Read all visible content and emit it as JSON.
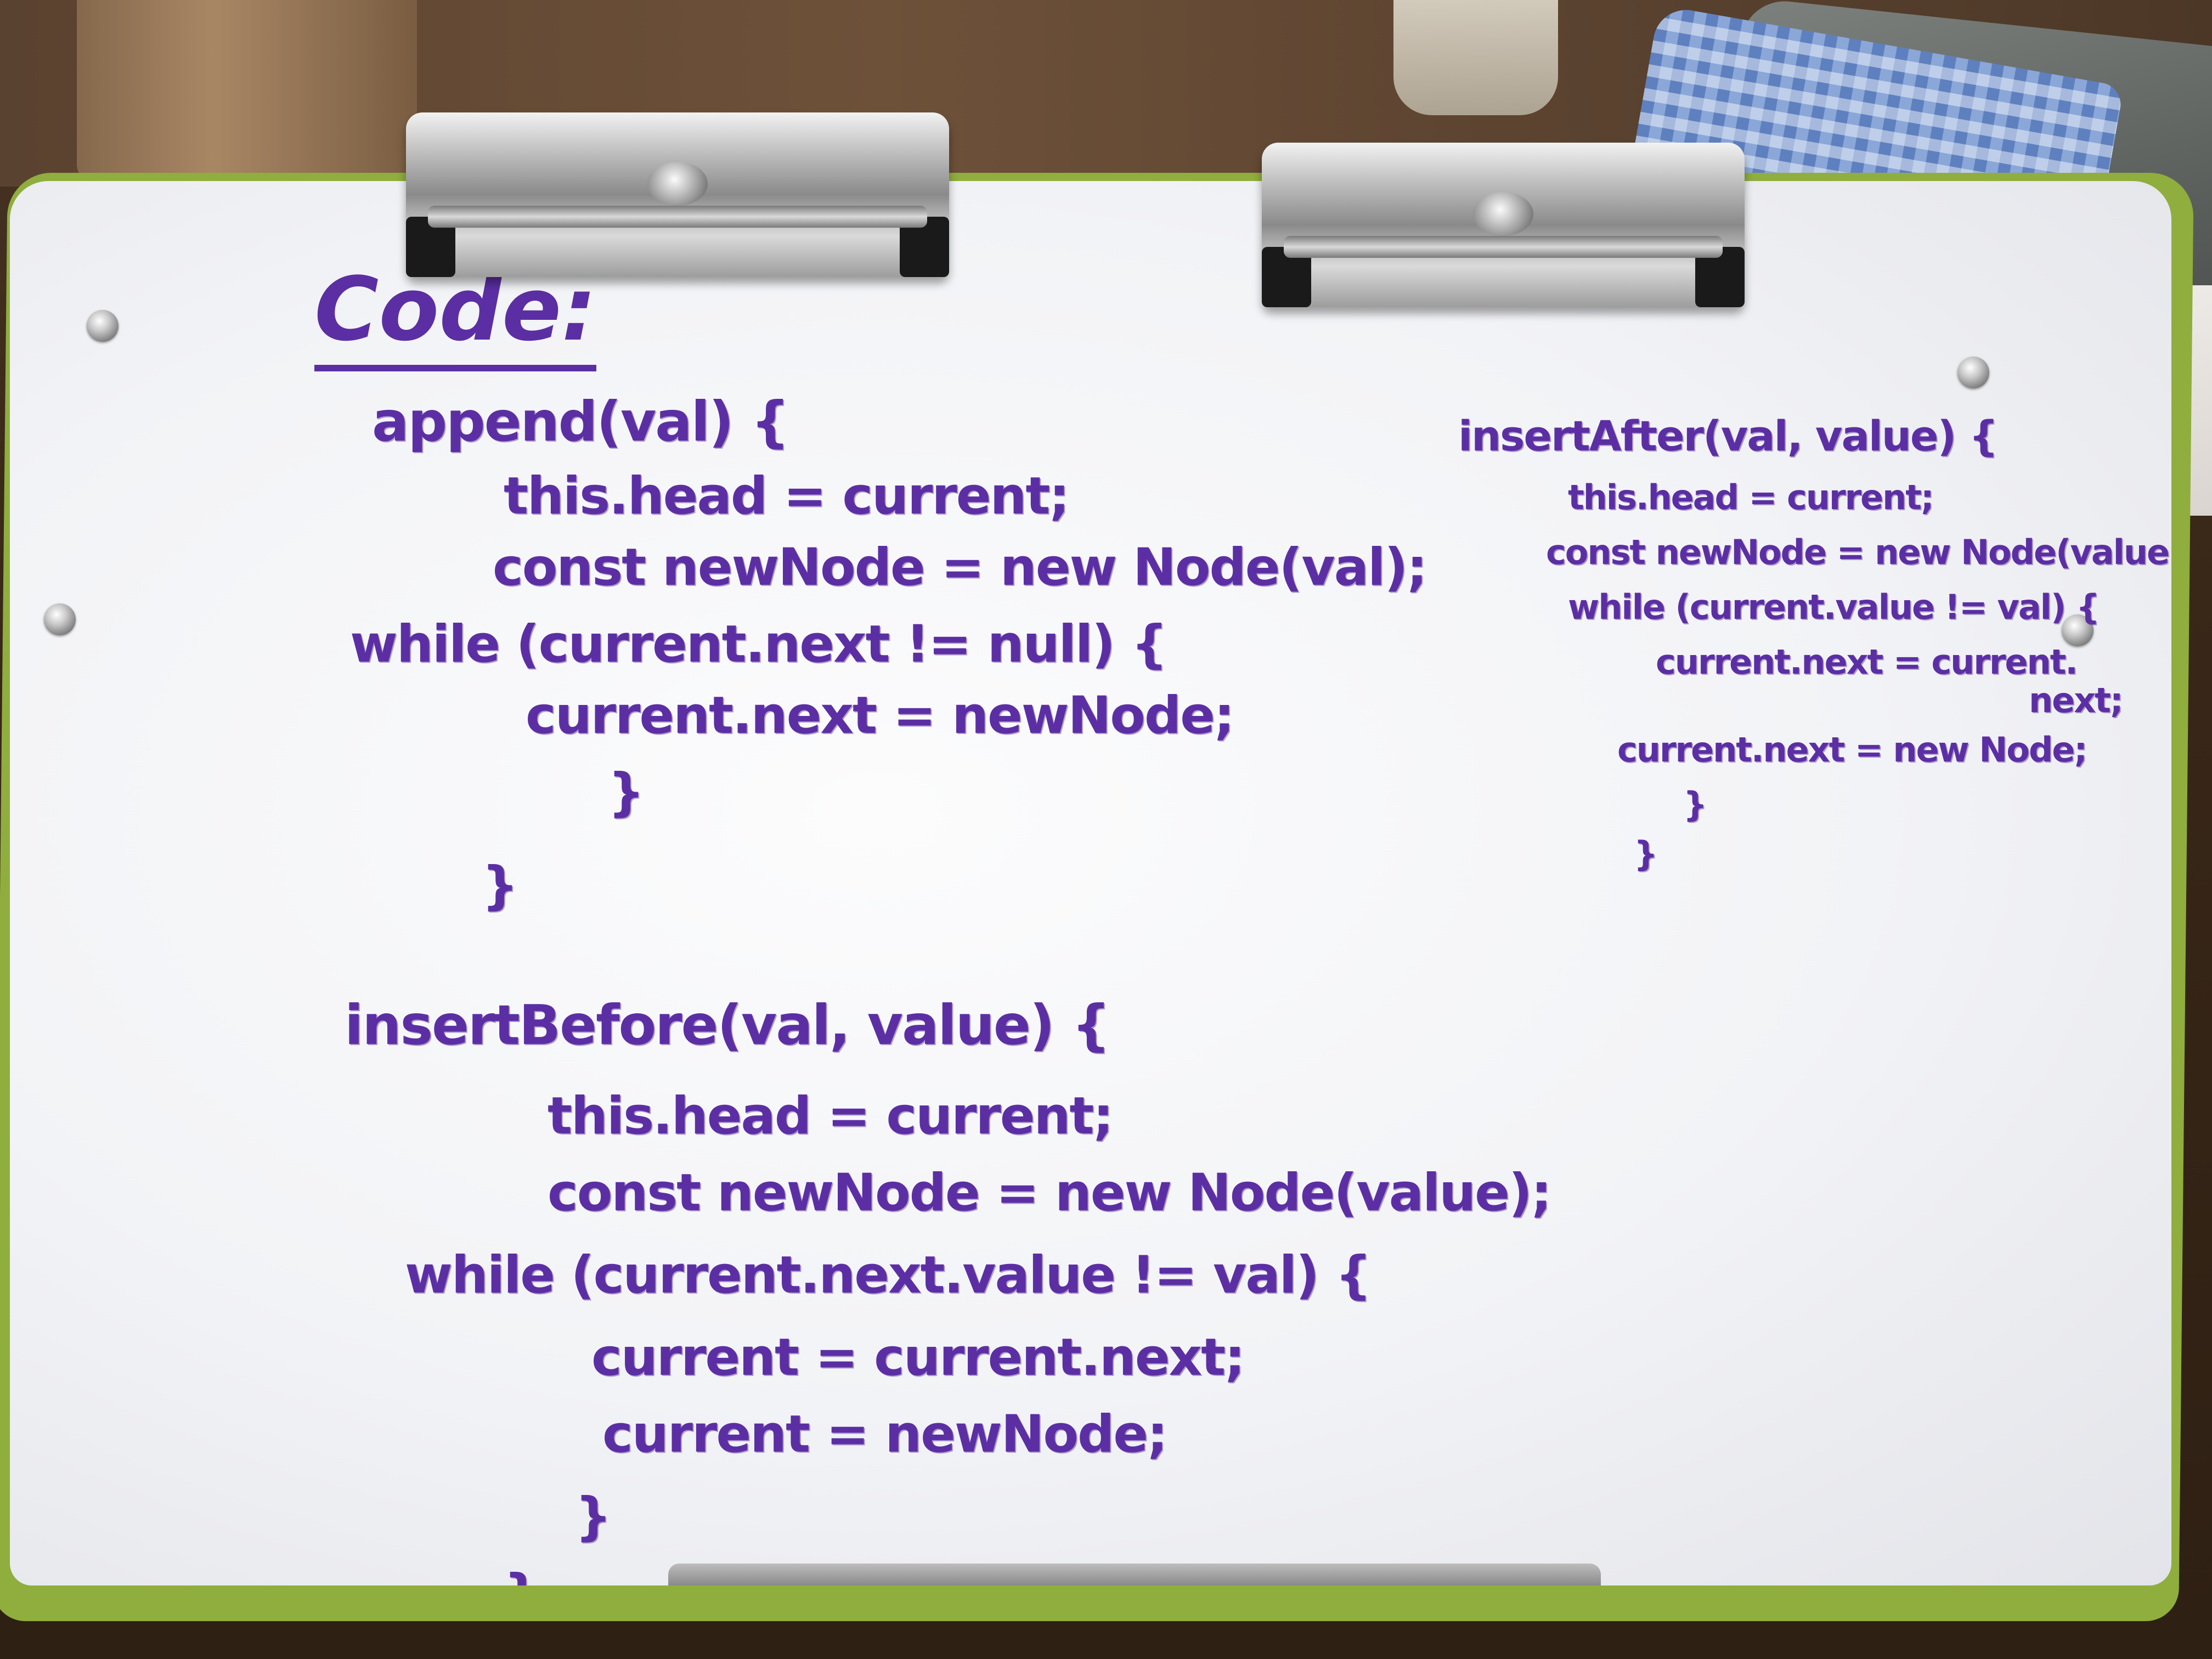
{
  "heading": "Code:",
  "append_block": {
    "lines": [
      "append(val) {",
      "this.head = current;",
      "const newNode = new Node(val);",
      "while (current.next != null) {",
      "current.next = newNode;",
      "}",
      "}"
    ]
  },
  "insert_before_block": {
    "lines": [
      "insertBefore(val, value) {",
      "this.head = current;",
      "const newNode = new Node(value);",
      "while (current.next.value != val) {",
      "current = current.next;",
      "current = newNode;",
      "}",
      "}"
    ]
  },
  "insert_after_block": {
    "lines": [
      "insertAfter(val, value) {",
      "this.head = current;",
      "const newNode = new Node(value);",
      "while (current.value != val) {",
      "current.next = current.",
      "next;",
      "current.next = new Node;",
      "}",
      "}"
    ]
  },
  "colors": {
    "marker": "#5b2fa3",
    "whiteboard": "#f2f3f6",
    "board_frame": "#8fae3d"
  }
}
